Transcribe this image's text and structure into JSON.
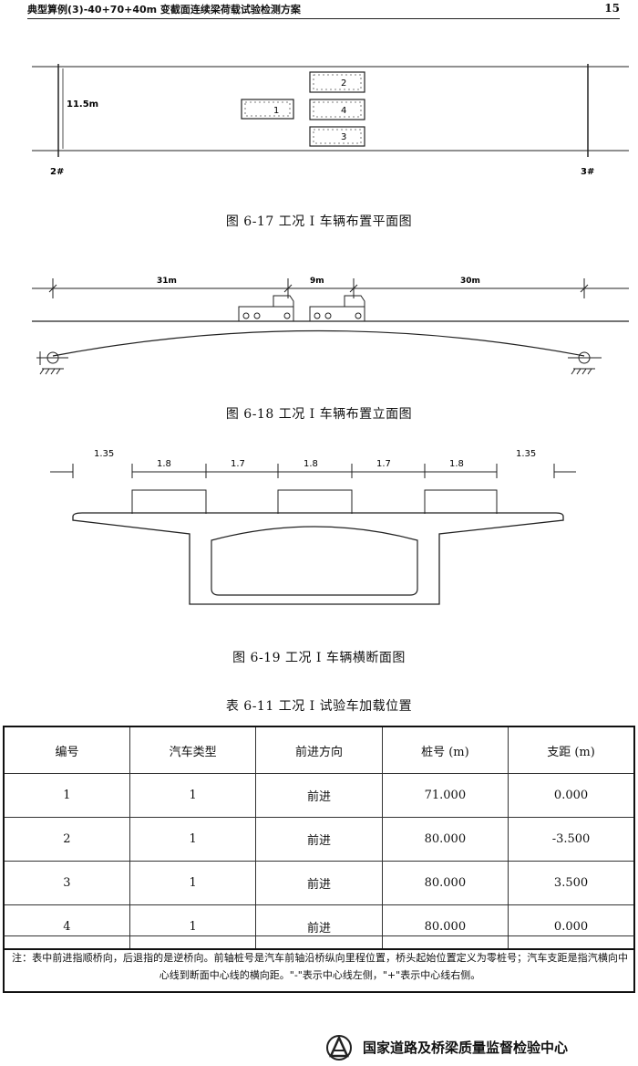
{
  "header": {
    "title": "典型算例(3)-40+70+40m 变截面连续梁荷载试验检测方案",
    "page": "15"
  },
  "figures": {
    "plan": {
      "caption": "图 6-17    工况 I 车辆布置平面图",
      "width_label": "11.5m",
      "pier_left": "2#",
      "pier_right": "3#",
      "trucks": [
        "1",
        "2",
        "4",
        "3"
      ]
    },
    "elevation": {
      "caption": "图 6-18    工况 I 车辆布置立面图",
      "dims": [
        "31m",
        "9m",
        "30m"
      ]
    },
    "section": {
      "caption": "图 6-19    工况 I 车辆横断面图",
      "dims": [
        "1.35",
        "1.8",
        "1.7",
        "1.8",
        "1.7",
        "1.8",
        "1.35"
      ]
    }
  },
  "table": {
    "title": "表 6-11    工况 I 试验车加载位置",
    "headers": [
      "编号",
      "汽车类型",
      "前进方向",
      "桩号 (m)",
      "支距 (m)"
    ],
    "rows": [
      [
        "1",
        "1",
        "前进",
        "71.000",
        "0.000"
      ],
      [
        "2",
        "1",
        "前进",
        "80.000",
        "-3.500"
      ],
      [
        "3",
        "1",
        "前进",
        "80.000",
        "3.500"
      ],
      [
        "4",
        "1",
        "前进",
        "80.000",
        "0.000"
      ]
    ],
    "note": "注：表中前进指顺桥向，后退指的是逆桥向。前轴桩号是汽车前轴沿桥纵向里程位置，桥头起始位置定义为零桩号；汽车支距是指汽横向中心线到断面中心线的横向距。\"-\"表示中心线左侧，\"+\"表示中心线右侧。"
  },
  "footer": {
    "org": "国家道路及桥梁质量监督检验中心"
  }
}
